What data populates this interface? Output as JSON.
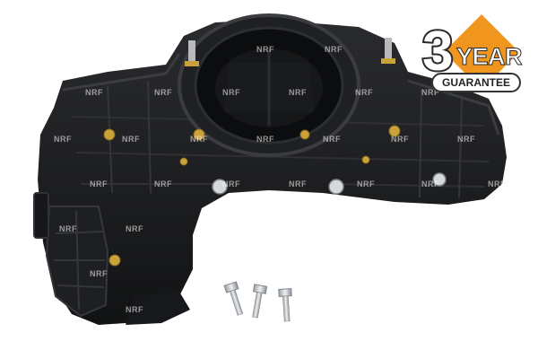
{
  "image": {
    "subject": "black plastic intake manifold with three mounting bolts",
    "background_color": "#ffffff",
    "part_color": "#1b1c1e",
    "insert_color": "#c9a23a",
    "bolt_color": "#c8ccd0"
  },
  "watermark": {
    "text": "NRF"
  },
  "badge": {
    "number": "3",
    "year_label": "YEAR",
    "guarantee_label": "GUARANTEE",
    "accent_color": "#f0961e",
    "text_dark": "#2a2a2a"
  }
}
